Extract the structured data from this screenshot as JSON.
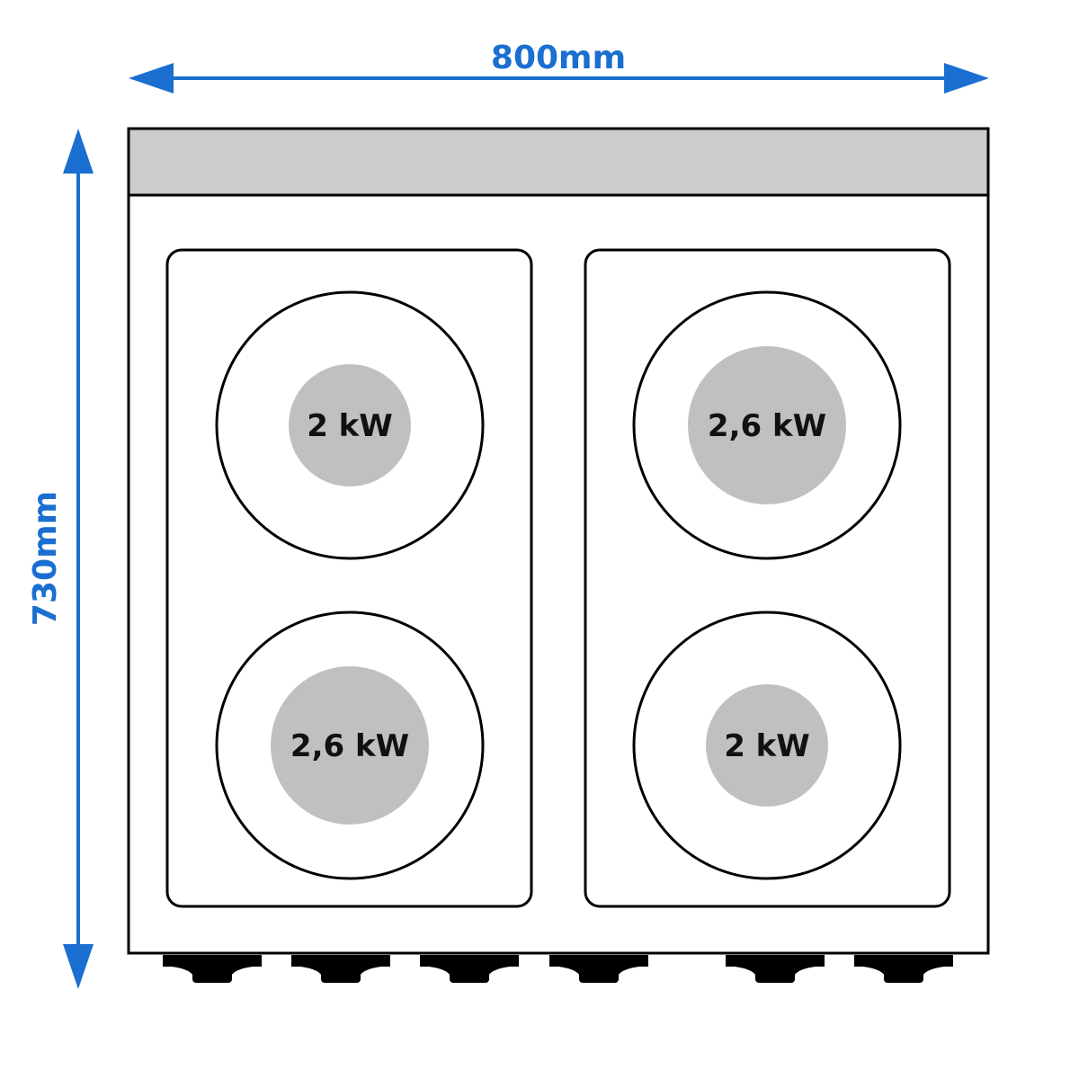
{
  "dimensions": {
    "width_label": "800mm",
    "depth_label": "730mm"
  },
  "burners": [
    {
      "power": "2 kW",
      "size": "small"
    },
    {
      "power": "2,6 kW",
      "size": "large"
    },
    {
      "power": "2,6 kW",
      "size": "large"
    },
    {
      "power": "2 kW",
      "size": "small"
    }
  ],
  "knob_count": 6,
  "colors": {
    "dimension_arrow": "#1a6fd0",
    "hob_plate": "#c0c0c0",
    "backsplash": "#cccccc",
    "outline": "#000000"
  }
}
